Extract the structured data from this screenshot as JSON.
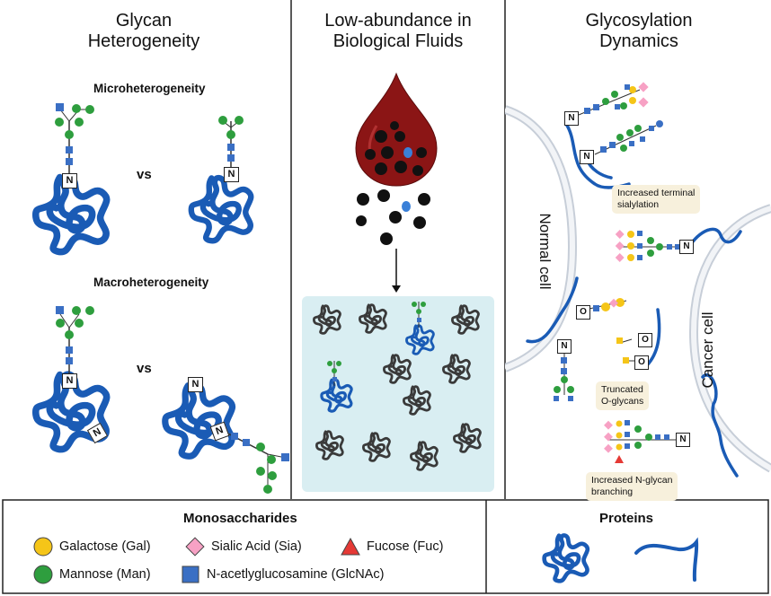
{
  "panels": {
    "heterogeneity": {
      "title_line1": "Glycan",
      "title_line2": "Heterogeneity",
      "micro_label": "Microheterogeneity",
      "macro_label": "Macroheterogeneity",
      "vs1": "vs",
      "vs2": "vs"
    },
    "fluids": {
      "title_line1": "Low-abundance in",
      "title_line2": "Biological Fluids"
    },
    "dynamics": {
      "title_line1": "Glycosylation",
      "title_line2": "Dynamics",
      "normal_cell": "Normal cell",
      "cancer_cell": "Cancer cell",
      "tag_sialylation_1": "Increased terminal",
      "tag_sialylation_2": "sialylation",
      "tag_truncated_1": "Truncated",
      "tag_truncated_2": "O-glycans",
      "tag_branching_1": "Increased N-glycan",
      "tag_branching_2": "branching"
    }
  },
  "site_labels": {
    "n": "N",
    "o": "O"
  },
  "legend": {
    "monosaccharides_title": "Monosaccharides",
    "proteins_title": "Proteins",
    "items": {
      "galactose": "Galactose (Gal)",
      "sialic": "Sialic Acid (Sia)",
      "fucose": "Fucose (Fuc)",
      "mannose": "Mannose (Man)",
      "glcnac": "N-acetlyglucosamine (GlcNAc)"
    }
  },
  "colors": {
    "galactose": "#f5c518",
    "sialic": "#f7a1c4",
    "fucose": "#e53935",
    "mannose": "#2e9e3e",
    "glcnac": "#3a6fc4",
    "protein": "#1a5bb5",
    "blood": "#8b1515",
    "fluid_box": "#d9eef2"
  }
}
